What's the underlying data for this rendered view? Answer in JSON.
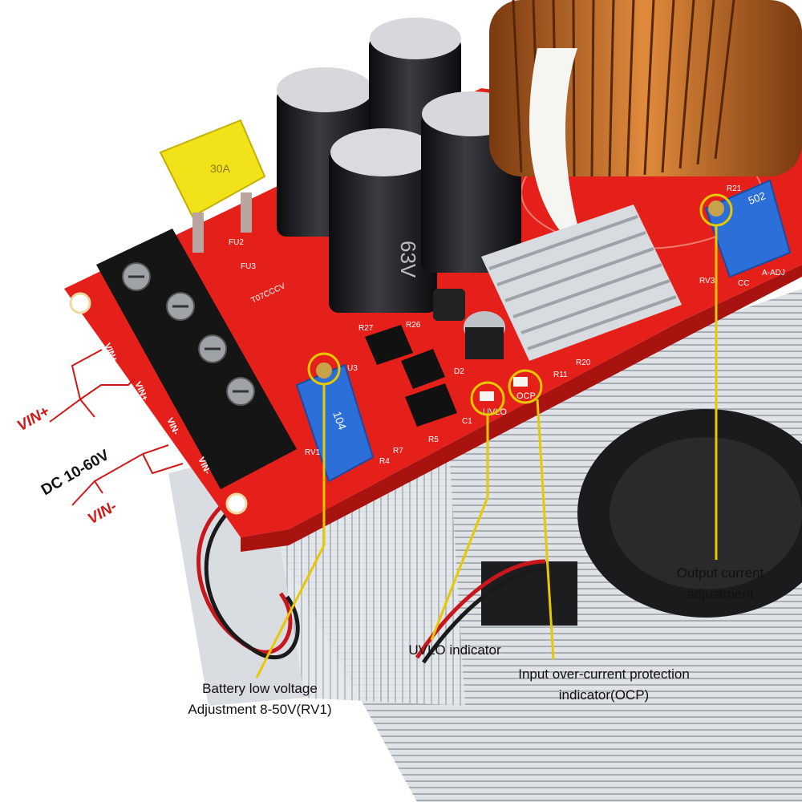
{
  "board": {
    "fuse_label": "30A",
    "pcb_markings": {
      "fu2": "FU2",
      "fu3": "FU3",
      "led_label": "T07CCCV",
      "r27": "R27",
      "r26": "R26",
      "r21": "R21",
      "r11": "R11",
      "r20": "R20",
      "r7": "R7",
      "r4": "R4",
      "r5": "R5",
      "c1": "C1",
      "d2": "D2",
      "u3": "U3",
      "rv1": "RV1",
      "rv3": "RV3",
      "cc": "CC",
      "a_adj": "A-ADJ",
      "uvlo_silk": "UVLO",
      "ocp_silk": "OCP",
      "pot_code_1": "104",
      "pot_code_2": "502",
      "cap_label": "63V"
    },
    "terminal_labels": [
      "VIN+",
      "VIN+",
      "VIN-",
      "VIN-"
    ]
  },
  "callouts": {
    "vin_plus": "VIN+",
    "dc_range": "DC 10-60V",
    "vin_minus": "VIN-",
    "output_current": [
      "Output current",
      "adjustment"
    ],
    "uvlo": "UVLO indicator",
    "ocp": [
      "Input over-current protection",
      "indicator(OCP)"
    ],
    "battery": [
      "Battery low voltage",
      "Adjustment 8-50V(RV1)"
    ]
  },
  "colors": {
    "pcb": "#e5201b",
    "callout_line": "#e8c800",
    "callout_text": "#111111",
    "vin_text": "#d01818"
  }
}
